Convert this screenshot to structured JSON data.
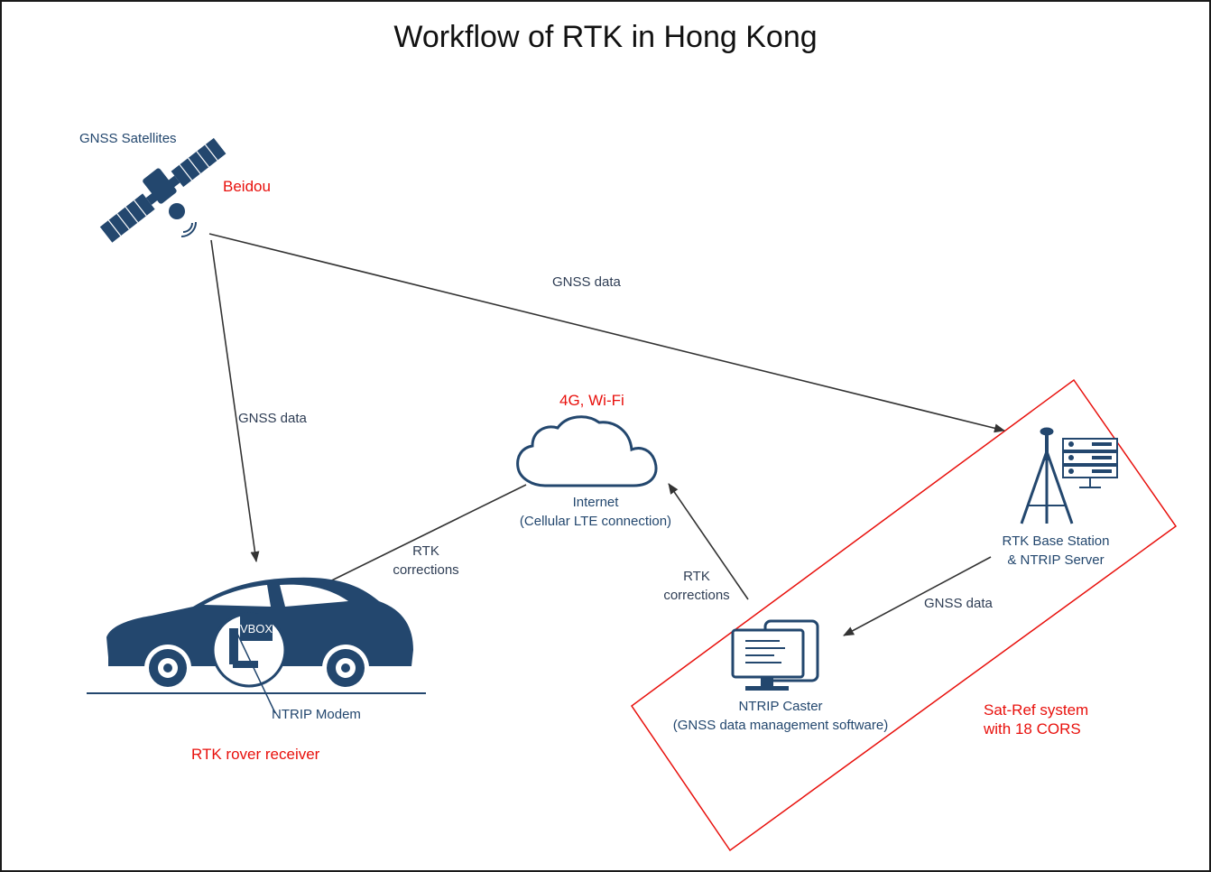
{
  "title": "Workflow of RTK in Hong Kong",
  "satellite": {
    "label": "GNSS Satellites",
    "system": "Beidou"
  },
  "flows": {
    "sat_to_rover": "GNSS data",
    "sat_to_base": "GNSS data",
    "base_to_caster": "GNSS data",
    "caster_to_internet": "RTK\ncorrections",
    "internet_to_rover": "RTK\ncorrections"
  },
  "internet": {
    "network": "4G, Wi-Fi",
    "label": "Internet\n(Cellular LTE connection)"
  },
  "rover": {
    "device": "VBOX",
    "modem": "NTRIP Modem",
    "caption": "RTK rover receiver"
  },
  "base_station": {
    "label": "RTK Base Station\n& NTRIP Server"
  },
  "caster": {
    "label": "NTRIP Caster\n(GNSS data management software)"
  },
  "sat_ref": {
    "label": "Sat-Ref system\nwith 18 CORS"
  },
  "colors": {
    "icon": "#23476e",
    "highlight": "#e8100c",
    "arrow": "#333333"
  }
}
